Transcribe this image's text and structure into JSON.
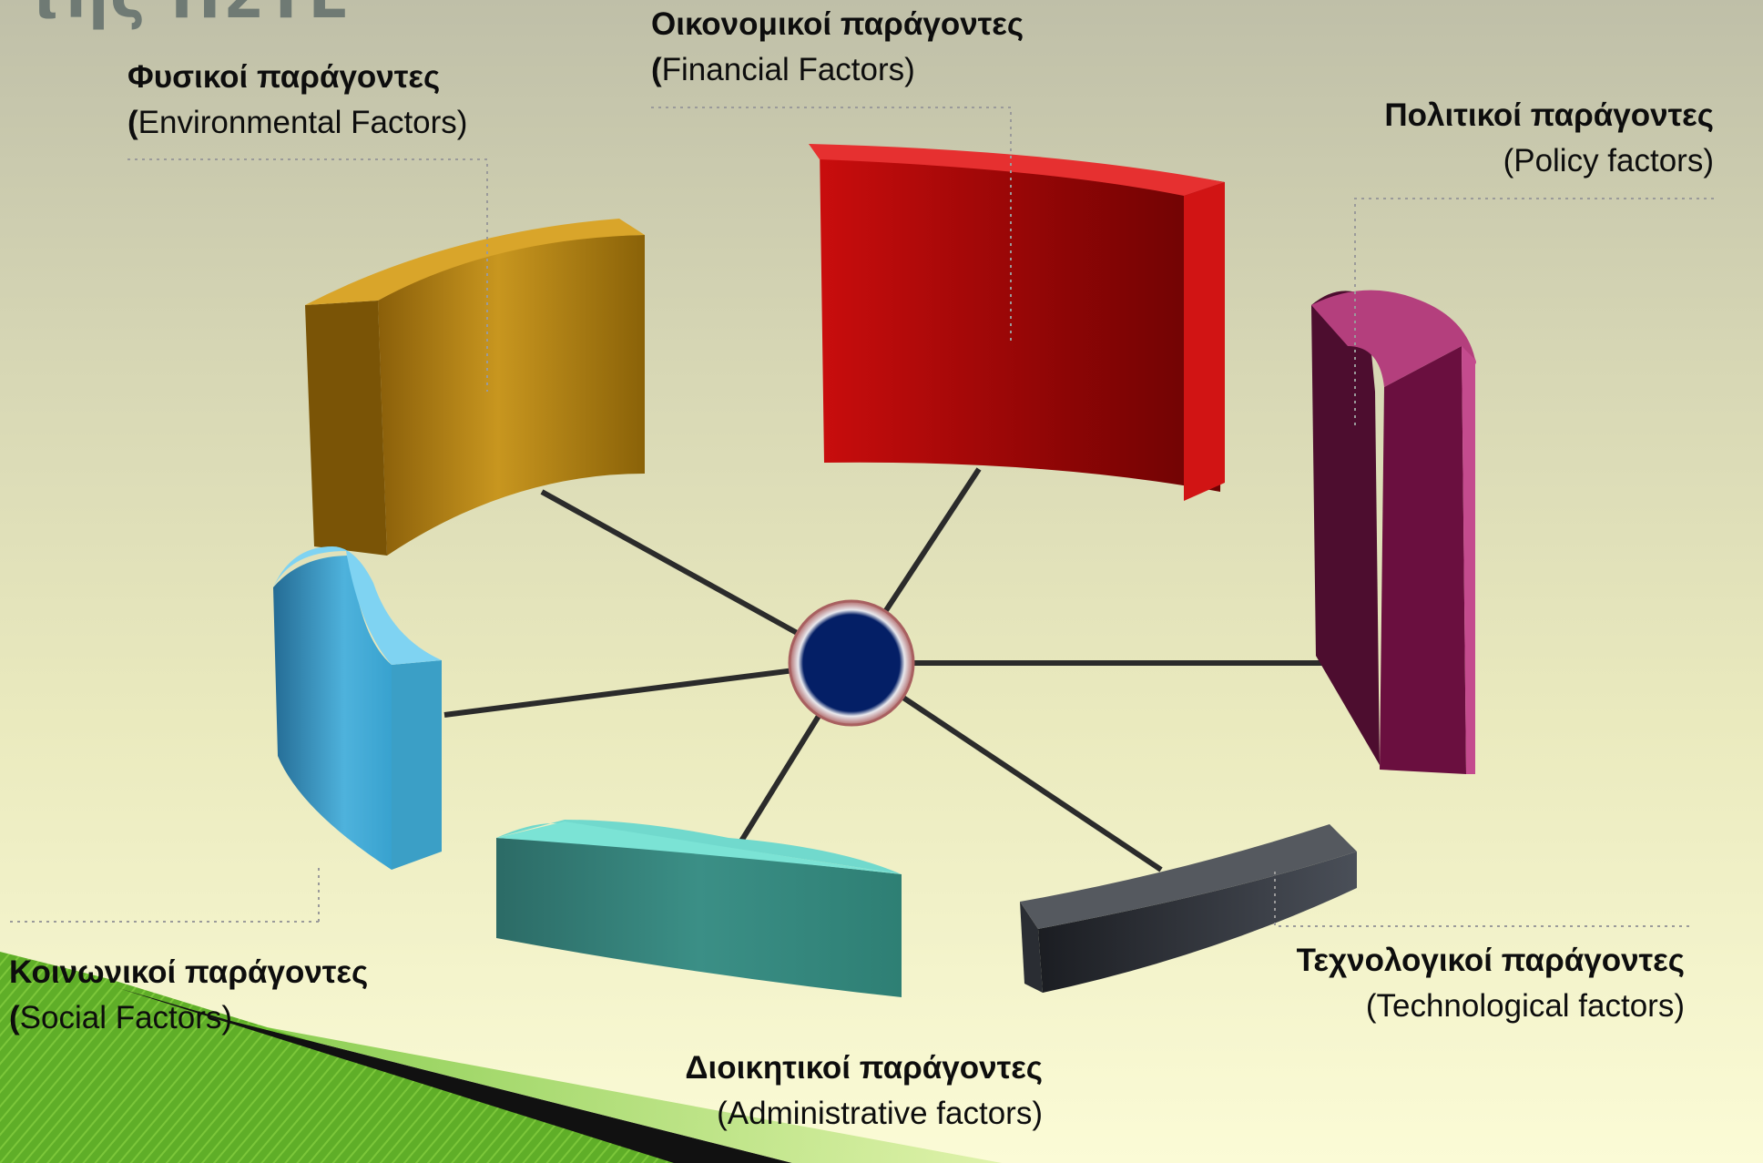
{
  "header": {
    "partial_title": "της ΠΣΤΕ"
  },
  "colors": {
    "environmental": "#b98815",
    "financial": "#b90b0b",
    "policy": "#8d1e5a",
    "technological": "#2f333c",
    "administrative": "#338b80",
    "social": "#44a6d1",
    "hub": "#0a2a6e"
  },
  "factors": [
    {
      "id": "environmental",
      "greek": "Φυσικοί παράγοντες",
      "english_paren": "(",
      "english": "Environmental Factors)"
    },
    {
      "id": "financial",
      "greek": "Οικονομικοί παράγοντες",
      "english_paren": "(",
      "english": "Financial Factors)"
    },
    {
      "id": "policy",
      "greek": "Πολιτικοί παράγοντες",
      "english_paren": "",
      "english": "(Policy factors)"
    },
    {
      "id": "technological",
      "greek": "Τεχνολογικοί παράγοντες",
      "english_paren": "",
      "english": "(Technological factors)"
    },
    {
      "id": "administrative",
      "greek": "Διοικητικοί παράγοντες",
      "english_paren": "",
      "english": "(Administrative factors)"
    },
    {
      "id": "social",
      "greek": "Κοινωνικοί παράγοντες",
      "english_paren": "(",
      "english": "Social Factors)"
    }
  ]
}
